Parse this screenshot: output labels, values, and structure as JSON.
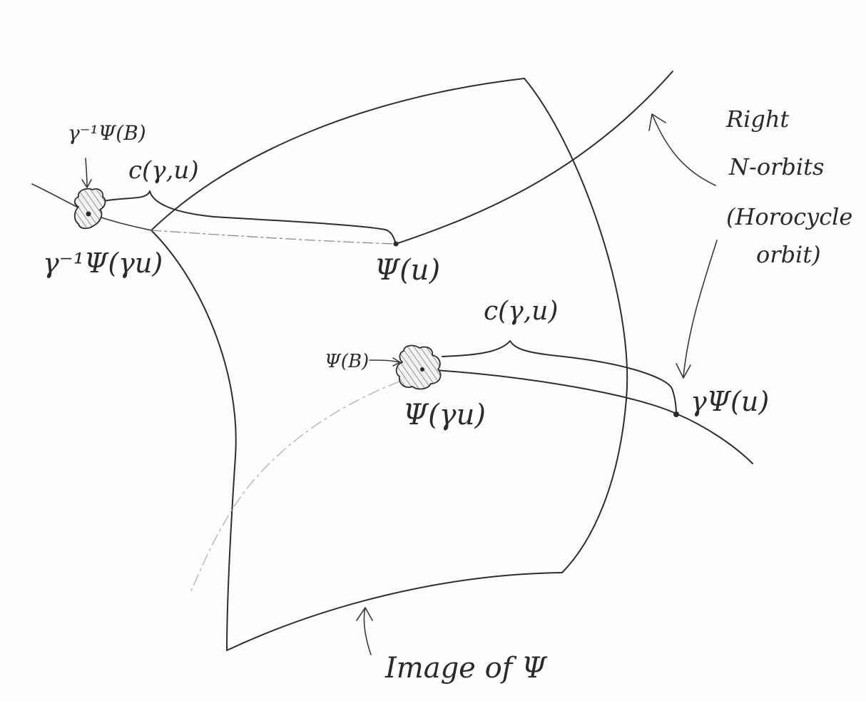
{
  "diagram": {
    "stroke_color": "#2e2e2e",
    "dashed_color": "#8a8a8a",
    "background": "#fdfdfc"
  },
  "labels": {
    "inv_psi_B": "γ⁻¹Ψ(B)",
    "c_top": "c(γ,u)",
    "inv_psi_gamma_u": "γ⁻¹Ψ(γu)",
    "psi_u": "Ψ(u)",
    "c_mid": "c(γ,u)",
    "psi_B": "Ψ(B)",
    "psi_gamma_u": "Ψ(γu)",
    "gamma_psi_u": "γΨ(u)",
    "right_orbits_1": "Right",
    "right_orbits_2": "N-orbits",
    "right_orbits_3": "(Horocycle",
    "right_orbits_4": "orbit)",
    "image_of_psi": "Image of Ψ"
  }
}
